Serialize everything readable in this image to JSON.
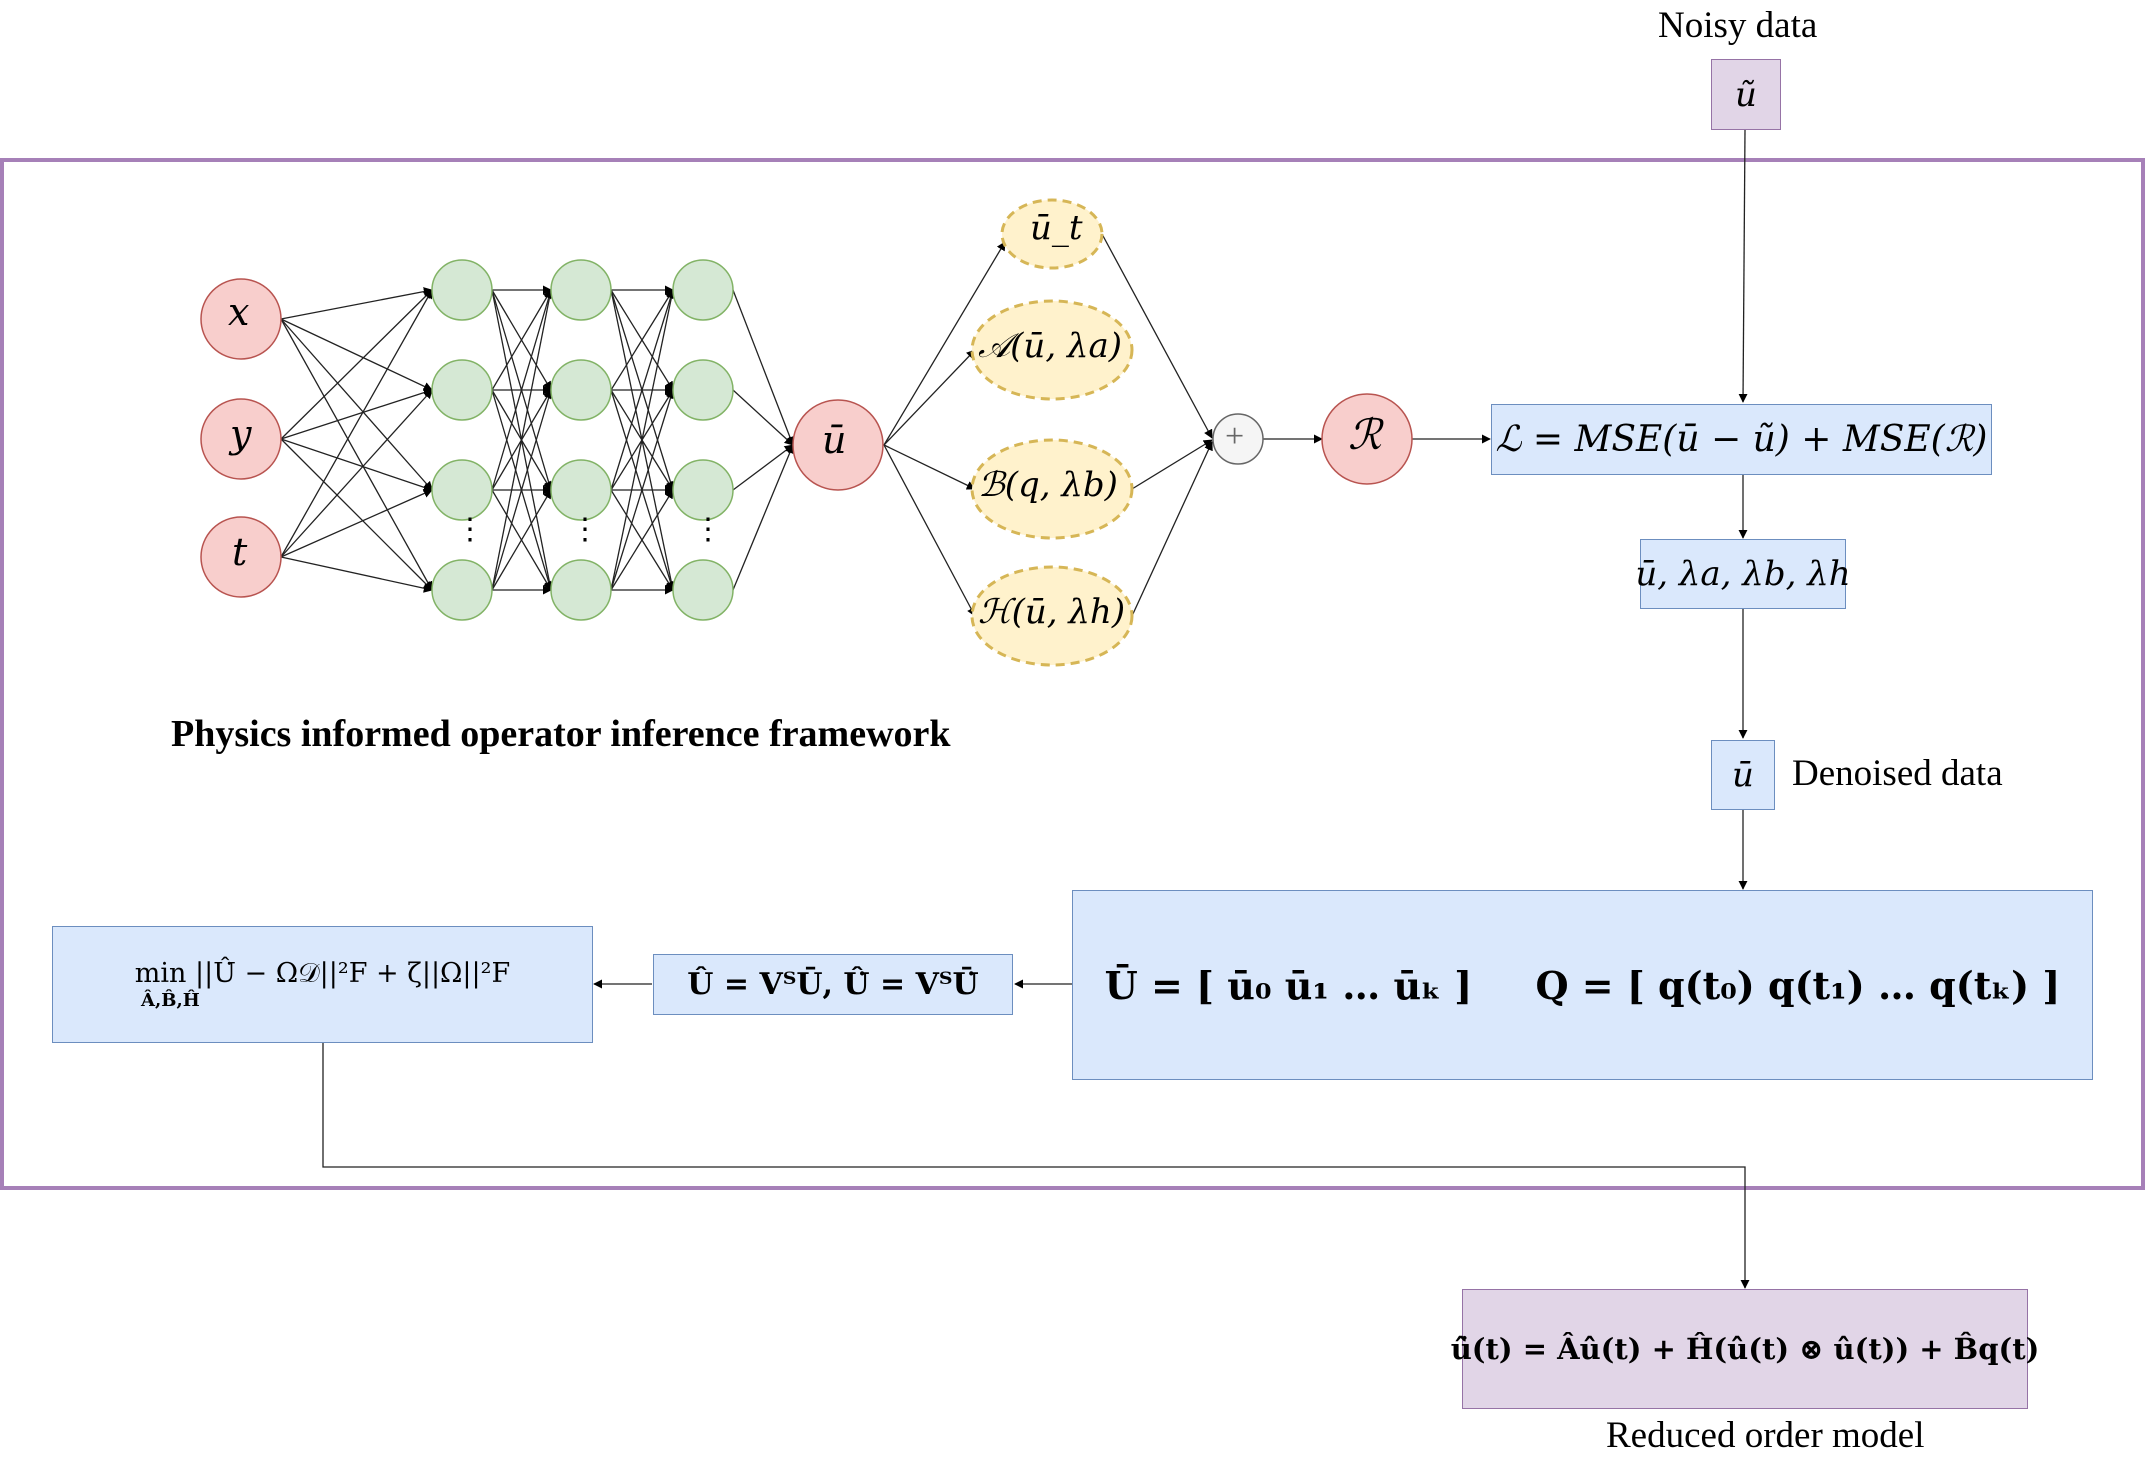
{
  "labels": {
    "noisy_data": "Noisy data",
    "denoised_data": "Denoised data",
    "reduced_order_model": "Reduced order model",
    "framework_title": "Physics informed operator inference framework"
  },
  "inputs": [
    "x",
    "y",
    "t"
  ],
  "hidden_dots": "⋮",
  "output_node": "ū",
  "derivative_nodes": [
    "ū_t",
    "𝒜(ū, λa)",
    "ℬ(q, λb)",
    "ℋ(ū, λh)"
  ],
  "sum_symbol": "+",
  "residual_node": "ℛ",
  "boxes": {
    "noisy": "ũ",
    "loss": "ℒ = MSE(ū − ũ) + MSE(ℛ)",
    "params": "ū, λa, λb, λh",
    "denoised": "ū",
    "snapshot_U": "Ū = [ ū₀   ū₁   …   ūₖ ]",
    "snapshot_Q": "Q = [ q(t₀)   q(t₁)   …   q(tₖ) ]",
    "projection": "Û = VᵀŪ,   Û̇ = VᵀŪ̇",
    "optimization": "min ||Û̇ − Ω𝒟||²F + ζ||Ω||²F",
    "optimization_sub": "Â,B̂,Ĥ",
    "rom": "û̇(t) = Âû(t) + Ĥ(û(t) ⊗ û(t)) + B̂q(t)"
  },
  "colors": {
    "frame": "#a680b8",
    "input_fill": "#f8cecc",
    "input_stroke": "#b85450",
    "hidden_fill": "#d5e8d4",
    "hidden_stroke": "#82b366",
    "deriv_fill": "#fff2cc",
    "deriv_stroke": "#d6b656",
    "blue_fill": "#dae8fc",
    "purple_fill": "#e1d5e7"
  }
}
